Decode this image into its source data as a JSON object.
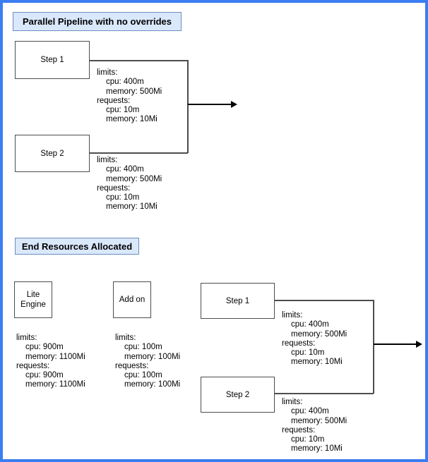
{
  "diagram": {
    "colors": {
      "frame": "#3b7df2",
      "title_fill": "#dae8fc",
      "title_stroke": "#6c8ebf",
      "node_stroke": "#4d4d4d",
      "connector": "#4d4d4d",
      "arrow": "#000000"
    },
    "section1": {
      "title": "Parallel Pipeline with no overrides",
      "step1": {
        "label": "Step 1",
        "spec": [
          "limits:",
          "cpu: 400m",
          "memory: 500Mi",
          "requests:",
          "cpu: 10m",
          "memory: 10Mi"
        ]
      },
      "step2": {
        "label": "Step 2",
        "spec": [
          "limits:",
          "cpu: 400m",
          "memory: 500Mi",
          "requests:",
          "cpu: 10m",
          "memory: 10Mi"
        ]
      }
    },
    "section2": {
      "title": "End Resources Allocated",
      "lite_engine": {
        "label": "Lite Engine",
        "spec": [
          "limits:",
          "cpu: 900m",
          "memory: 1100Mi",
          "requests:",
          "cpu: 900m",
          "memory: 1100Mi"
        ]
      },
      "add_on": {
        "label": "Add on",
        "spec": [
          "limits:",
          "cpu: 100m",
          "memory: 100Mi",
          "requests:",
          "cpu: 100m",
          "memory: 100Mi"
        ]
      },
      "step1": {
        "label": "Step 1",
        "spec": [
          "limits:",
          "cpu: 400m",
          "memory: 500Mi",
          "requests:",
          "cpu: 10m",
          "memory: 10Mi"
        ]
      },
      "step2": {
        "label": "Step 2",
        "spec": [
          "limits:",
          "cpu: 400m",
          "memory: 500Mi",
          "requests:",
          "cpu: 10m",
          "memory: 10Mi"
        ]
      }
    }
  }
}
